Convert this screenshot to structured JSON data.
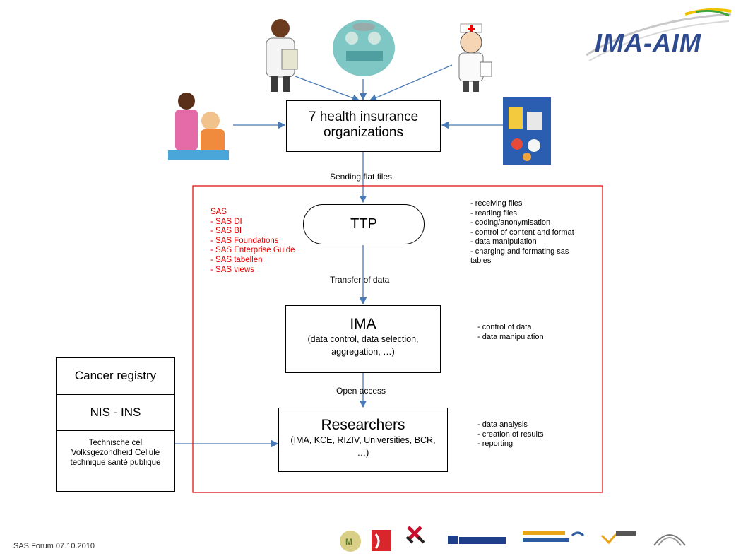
{
  "logo": {
    "text": "IMA-AIM"
  },
  "nodes": {
    "health_orgs": "7 health insurance organizations",
    "ttp": "TTP",
    "ima_title": "IMA",
    "ima_sub": "(data control, data selection, aggregation, …)",
    "researchers_title": "Researchers",
    "researchers_sub": "(IMA, KCE, RIZIV, Universities, BCR, …)"
  },
  "edges": {
    "sending": "Sending flat files",
    "transfer": "Transfer of data",
    "open_access": "Open access"
  },
  "sas_list": {
    "heading": "SAS",
    "items": [
      "- SAS DI",
      "- SAS BI",
      "- SAS Foundations",
      "- SAS Enterprise Guide",
      "- SAS tabellen",
      "- SAS views"
    ]
  },
  "notes": {
    "ttp": "- receiving files\n- reading files\n- coding/anonymisation\n- control of content and format\n- data manipulation\n- charging and formating sas\ntables",
    "ima": "- control of data\n- data manipulation",
    "researchers": "- data analysis\n- creation of results\n- reporting"
  },
  "sources": {
    "cancer": "Cancer registry",
    "nis": "NIS - INS",
    "cel": "Technische cel Volksgezondheid Cellule technique santé publique"
  },
  "footer": {
    "text": "SAS Forum 07.10.2010"
  },
  "colors": {
    "accent_red": "#e00000",
    "arrow": "#4a7ab5",
    "logo_blue": "#2e4b8f"
  }
}
